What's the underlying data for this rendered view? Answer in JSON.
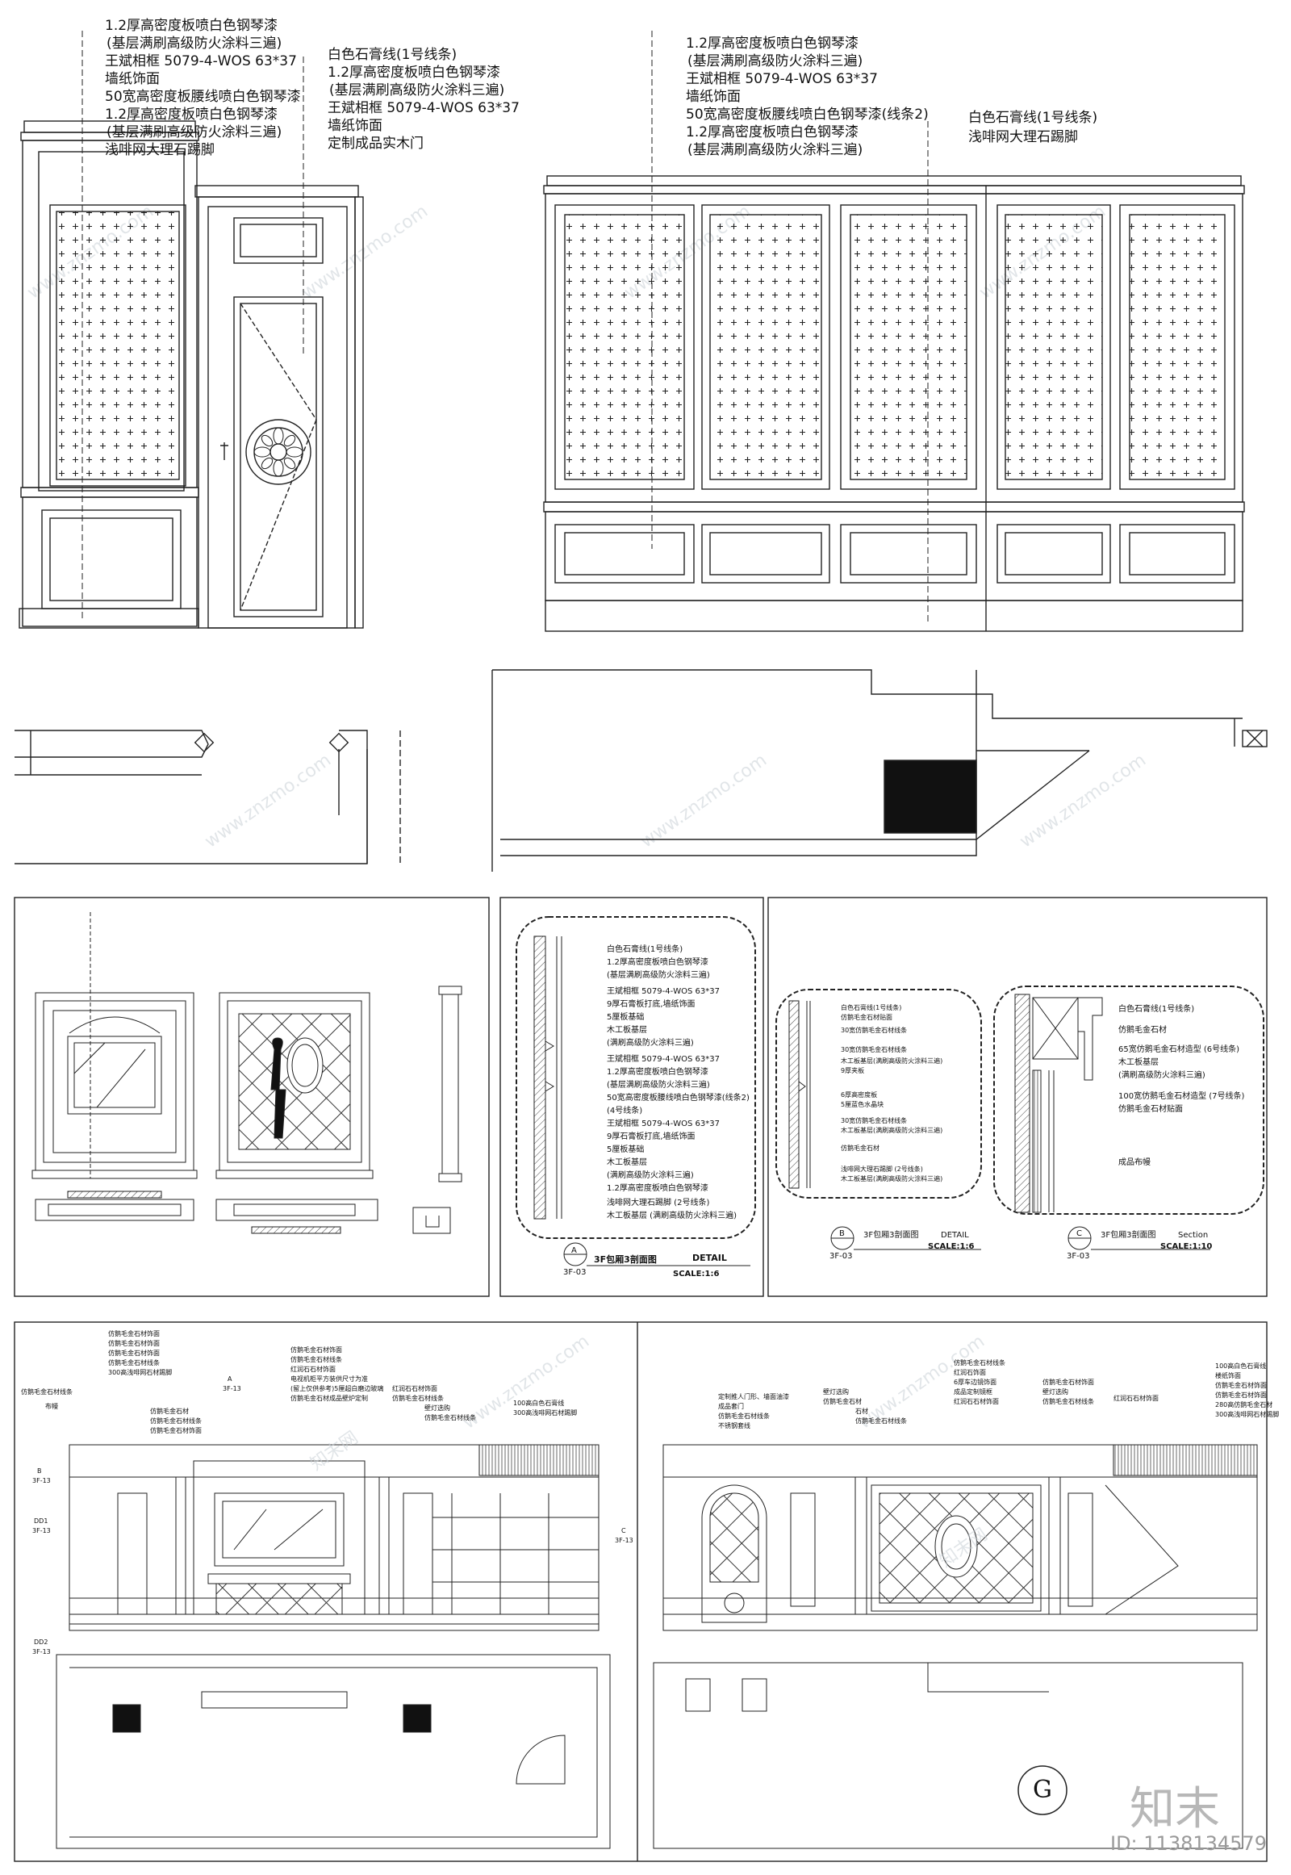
{
  "elev1": {
    "notes": [
      "1.2厚高密度板喷白色钢琴漆",
      "(基层满刷高级防火涂料三遍)",
      "王斌相框 5079-4-WOS 63*37",
      "墙纸饰面",
      "50宽高密度板腰线喷白色钢琴漆",
      "1.2厚高密度板喷白色钢琴漆",
      "(基层满刷高级防火涂料三遍)",
      "浅啡网大理石踢脚"
    ],
    "door_notes": [
      "白色石膏线(1号线条)",
      "1.2厚高密度板喷白色钢琴漆",
      "(基层满刷高级防火涂料三遍)",
      "王斌相框 5079-4-WOS 63*37",
      "墙纸饰面",
      "定制成品实木门"
    ]
  },
  "elev2": {
    "notes": [
      "1.2厚高密度板喷白色钢琴漆",
      "(基层满刷高级防火涂料三遍)",
      "王斌相框 5079-4-WOS 63*37",
      "墙纸饰面",
      "50宽高密度板腰线喷白色钢琴漆(线条2)",
      "1.2厚高密度板喷白色钢琴漆",
      "(基层满刷高级防火涂料三遍)"
    ],
    "side_notes": [
      "白色石膏线(1号线条)",
      "浅啡网大理石踢脚"
    ]
  },
  "detail_a": {
    "notes": [
      "白色石膏线(1号线条)",
      "1.2厚高密度板喷白色钢琴漆",
      "(基层满刷高级防火涂料三遍)",
      "王斌相框 5079-4-WOS 63*37",
      "9厚石膏板打底,墙纸饰面",
      "5厘板基础",
      "木工板基层",
      "(满刷高级防火涂料三遍)",
      "王斌相框 5079-4-WOS 63*37",
      "1.2厚高密度板喷白色钢琴漆",
      "(基层满刷高级防火涂料三遍)",
      "50宽高密度板腰线喷白色钢琴漆(线条2)",
      "(4号线条)",
      "王斌相框 5079-4-WOS 63*37",
      "9厚石膏板打底,墙纸饰面",
      "5厘板基础",
      "木工板基层",
      "(满刷高级防火涂料三遍)",
      "1.2厚高密度板喷白色钢琴漆",
      "浅啡网大理石踢脚 (2号线条)",
      "木工板基层 (满刷高级防火涂料三遍)"
    ],
    "tag_letter": "A",
    "tag_code": "3F-03",
    "title": "3F包厢3剖面图",
    "title_en": "DETAIL",
    "scale": "SCALE:1:6"
  },
  "detail_b": {
    "notes": [
      "白色石膏线(1号线条)",
      "仿鹅毛金石材贴面",
      "30宽仿鹅毛金石材线条",
      "30宽仿鹅毛金石材线条",
      "木工板基层(满刷高级防火涂料三遍)",
      "9厚夹板",
      "6厚高密度板",
      "5厘蓝色水晶块",
      "30宽仿鹅毛金石材线条",
      "木工板基层(满刷高级防火涂料三遍)",
      "仿鹅毛金石材",
      "浅啡网大理石踢脚 (2号线条)",
      "木工板基层(满刷高级防火涂料三遍)"
    ],
    "tag_letter": "B",
    "tag_code": "3F-03",
    "title": "3F包厢3剖面图",
    "title_en": "DETAIL",
    "scale": "SCALE:1:6"
  },
  "detail_c": {
    "notes": [
      "白色石膏线(1号线条)",
      "仿鹅毛金石材",
      "65宽仿鹅毛金石材造型 (6号线条)",
      "木工板基层",
      "(满刷高级防火涂料三遍)",
      "100宽仿鹅毛金石材造型 (7号线条)",
      "仿鹅毛金石材贴面",
      "成品布幔"
    ],
    "tag_letter": "C",
    "tag_code": "3F-03",
    "title": "3F包厢3剖面图",
    "title_en": "Section",
    "scale": "SCALE:1:10"
  },
  "bottom_left": {
    "notes": [
      "仿鹅毛金石材饰面",
      "仿鹅毛金石材饰面",
      "仿鹅毛金石材饰面",
      "仿鹅毛金石材线条",
      "300高浅啡网石材踢脚",
      "仿鹅毛金石材线条",
      "布幔",
      "仿鹅毛金石材",
      "仿鹅毛金石材线条",
      "仿鹅毛金石材饰面",
      "红润石石材饰面",
      "电视机柜平方装供尺寸为准",
      "(留上仅供参考)5厘超白磨边玻璃",
      "仿鹅毛金石材成品壁炉定制",
      "仿鹅毛金石材线条",
      "仿鹅毛金石材饰面",
      "红润石石材饰面",
      "壁灯选购",
      "仿鹅毛金石材线条",
      "仿鹅毛金石材线条",
      "100高白色石膏线",
      "300高浅啡网石材踢脚"
    ],
    "tags": [
      "B",
      "3F-13",
      "DD1",
      "3F-13",
      "DD2",
      "3F-13",
      "C",
      "3F-13",
      "A",
      "3F-13"
    ]
  },
  "bottom_right": {
    "notes": [
      "定制推人门形、墙面油漆",
      "成品套门",
      "仿鹅毛金石材线条",
      "不锈钢套线",
      "壁灯选购",
      "仿鹅毛金石材",
      "石材",
      "仿鹅毛金石材线条",
      "红润石饰面",
      "6厚车边镜饰面",
      "成品定制镜框",
      "红润石石材饰面",
      "仿鹅毛金石材线条",
      "仿鹅毛金石材饰面",
      "壁灯选购",
      "仿鹅毛金石材线条",
      "红润石石材饰面",
      "100高白色石膏线",
      "楼纸饰面",
      "仿鹅毛金石材饰面",
      "仿鹅毛金石材饰面",
      "280高仿鹅毛金石材",
      "300高浅啡网石材踢脚"
    ],
    "plan_label": "G"
  },
  "watermark": {
    "site": "www.znzmo.com",
    "brand": "知末网",
    "logo": "知末",
    "id": "ID: 1138134579"
  }
}
